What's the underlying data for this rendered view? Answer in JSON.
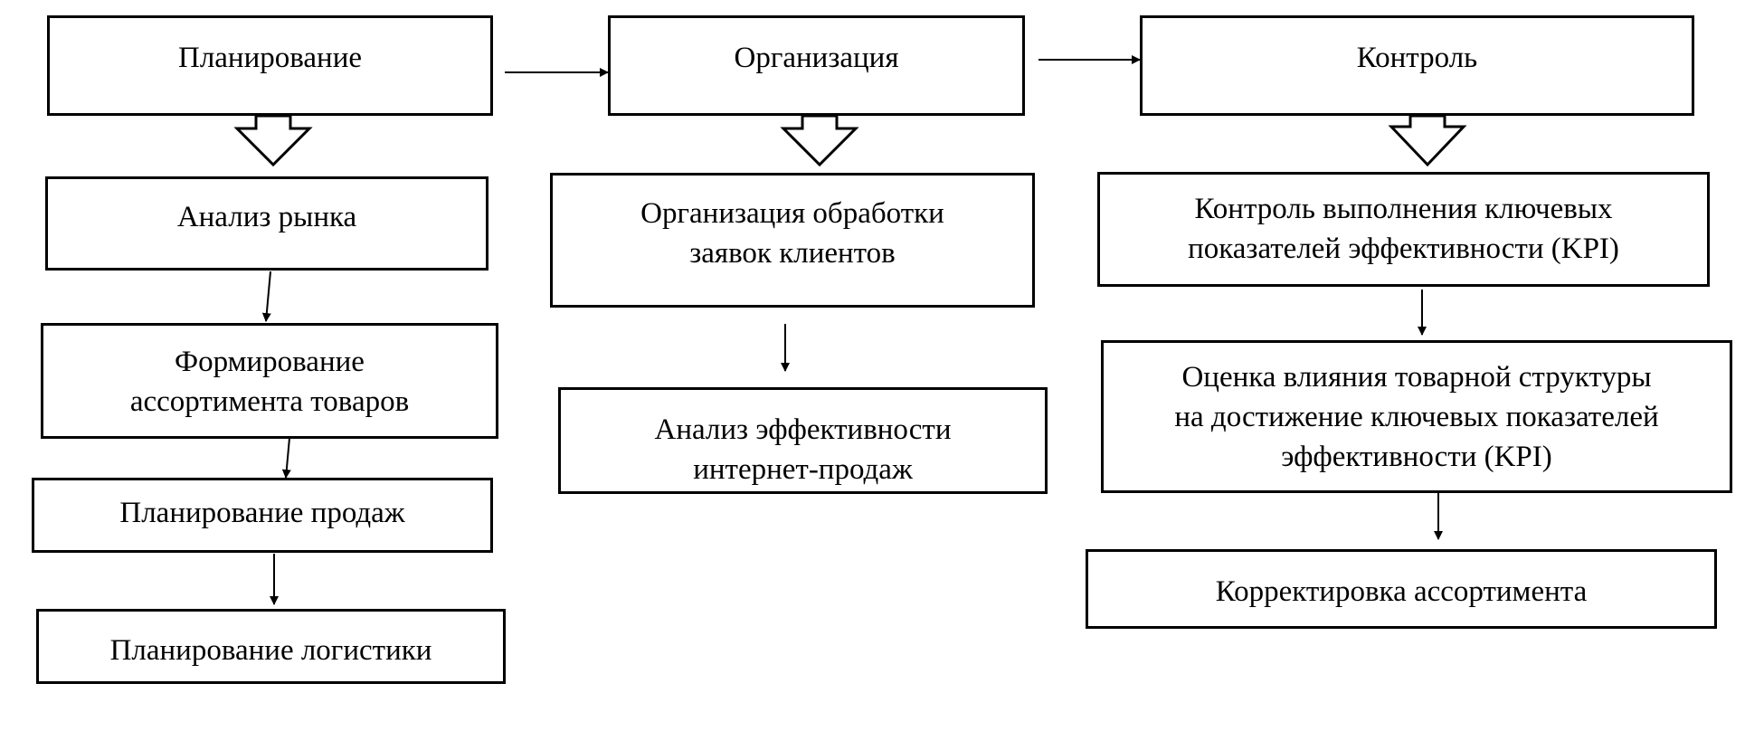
{
  "columns": [
    {
      "header": "Планирование",
      "steps": [
        [
          "Анализ рынка"
        ],
        [
          "Формирование",
          "ассортимента товаров"
        ],
        [
          "Планирование продаж"
        ],
        [
          "Планирование логистики"
        ]
      ]
    },
    {
      "header": "Организация",
      "steps": [
        [
          "Организация обработки",
          "заявок клиентов"
        ],
        [
          "Анализ эффективности",
          "интернет-продаж"
        ]
      ]
    },
    {
      "header": "Контроль",
      "steps": [
        [
          "Контроль выполнения ключевых",
          "показателей эффективности (KPI)"
        ],
        [
          "Оценка влияния товарной структуры",
          "на достижение ключевых показателей",
          "эффективности (KPI)"
        ],
        [
          "Корректировка ассортимента"
        ]
      ]
    }
  ]
}
